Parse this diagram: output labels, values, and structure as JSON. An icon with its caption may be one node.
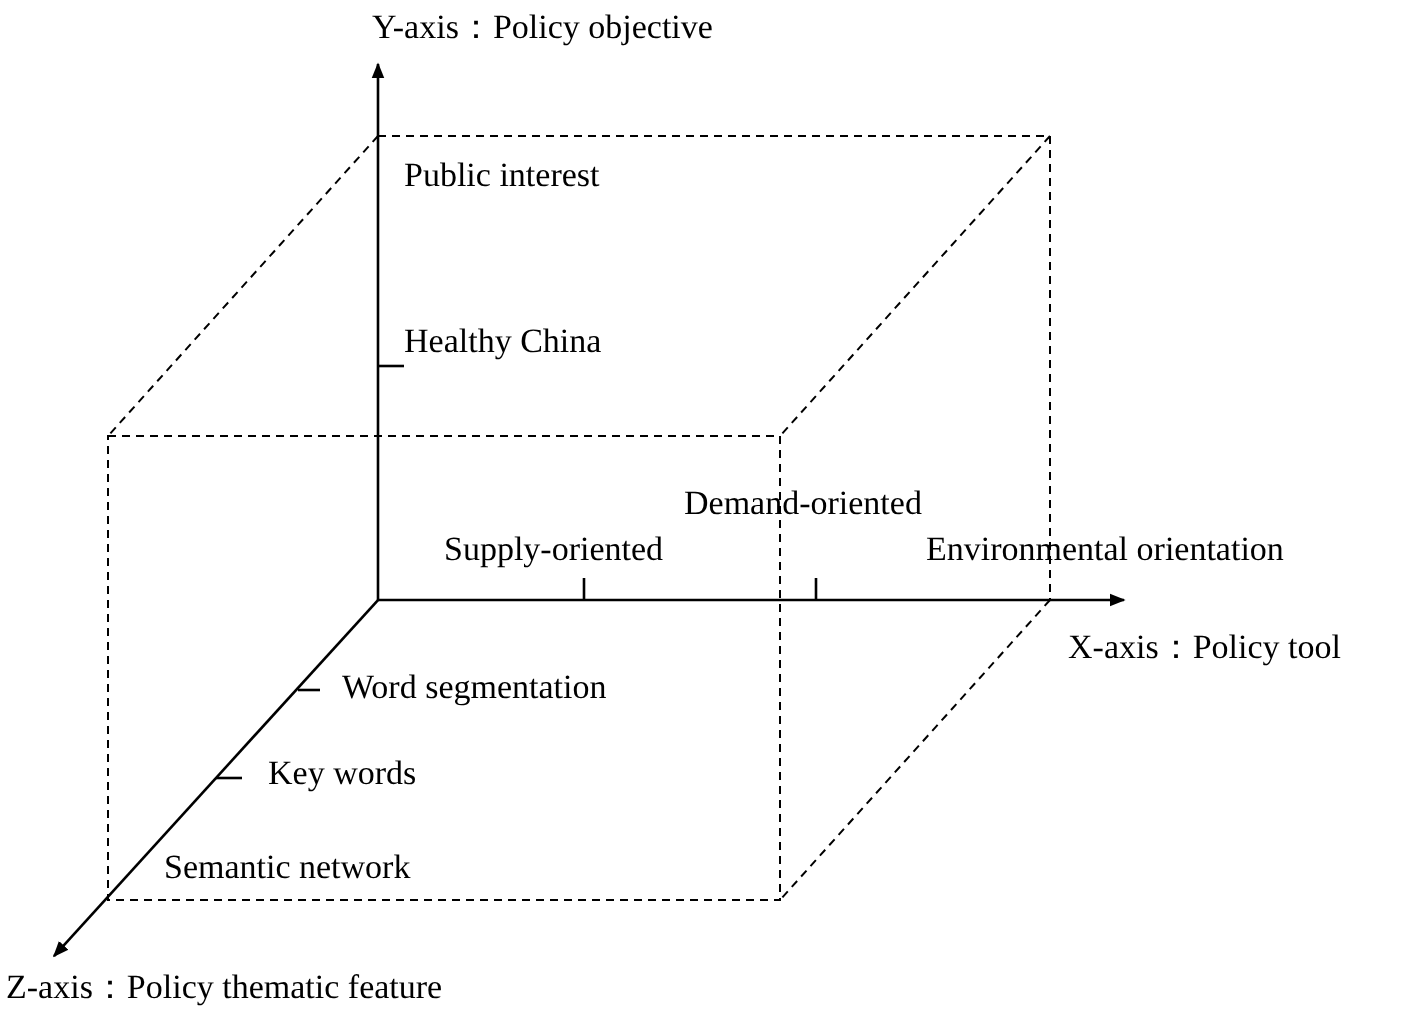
{
  "diagram": {
    "labels": [
      "Y-axis：Policy objective",
      "Public interest",
      "Healthy China",
      "Demand-oriented",
      "Supply-oriented",
      "Environmental orientation",
      "X-axis：Policy tool",
      "Word segmentation",
      "Key words",
      "Semantic network",
      "Z-axis：Policy thematic feature"
    ]
  }
}
